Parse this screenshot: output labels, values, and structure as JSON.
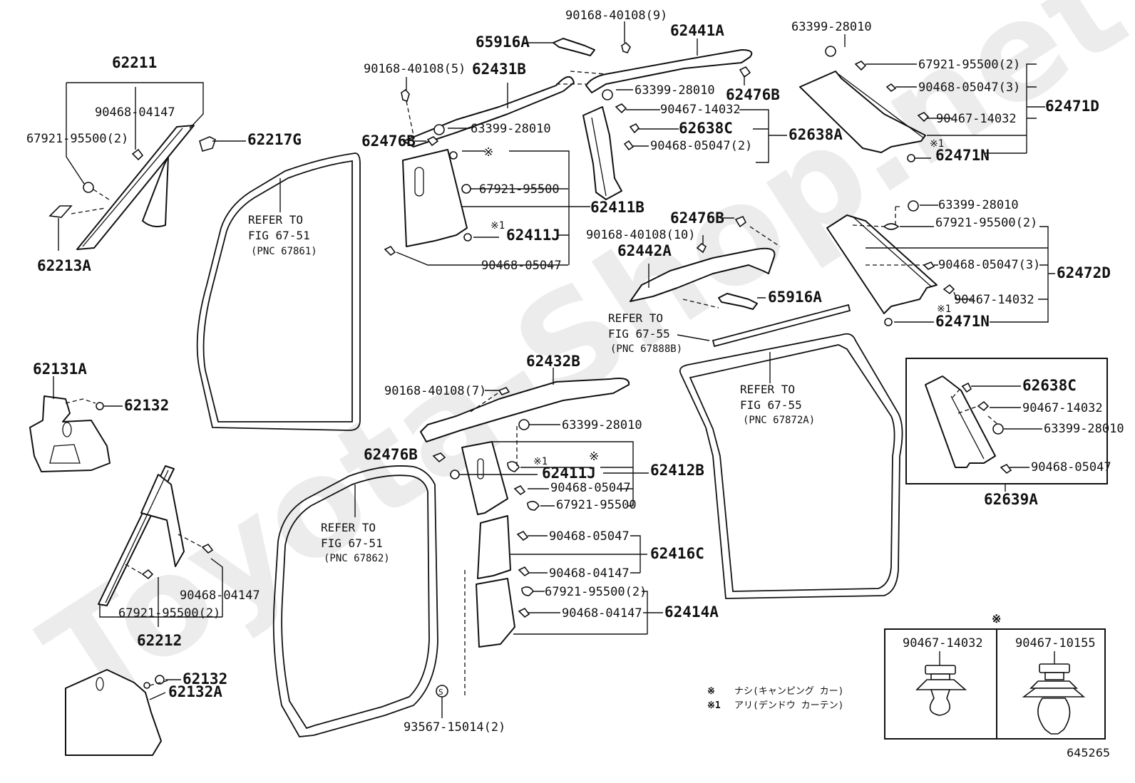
{
  "watermark": "Toyota-Shop.net",
  "diagram_id": "645265",
  "labels": {
    "p62211": "62211",
    "p62211_clip1": "90468-04147",
    "p62211_clip2": "67921-95500(2)",
    "p62217G": "62217G",
    "p62213A": "62213A",
    "p65916A_top": "65916A",
    "p90168_9": "90168-40108(9)",
    "p62441A": "62441A",
    "p90168_5": "90168-40108(5)",
    "p62431B": "62431B",
    "p63399_a": "63399-28010",
    "p62476B_top": "62476B",
    "p63399_b": "63399-28010",
    "p62476B_left": "62476B",
    "p90467_14032_a": "90467-14032",
    "p62638C_a": "62638C",
    "p62638A": "62638A",
    "p90468_05047_2": "90468-05047(2)",
    "star_a": "※",
    "p67921_a": "67921-95500",
    "p62411B": "62411B",
    "star1_a": "※1",
    "p62411J_a": "62411J",
    "p90468_05047_a": "90468-05047",
    "p63399_c": "63399-28010",
    "p67921_2_a": "67921-95500(2)",
    "p90468_05047_3a": "90468-05047(3)",
    "p90467_14032_b": "90467-14032",
    "p62471D": "62471D",
    "star1_b": "※1",
    "p62471N_a": "62471N",
    "p62476B_mid": "62476B",
    "p90168_10": "90168-40108(10)",
    "p62442A": "62442A",
    "p65916A_mid": "65916A",
    "p63399_d": "63399-28010",
    "p67921_2_b": "67921-95500(2)",
    "p90468_05047_3b": "90468-05047(3)",
    "p62472D": "62472D",
    "p90467_14032_c": "90467-14032",
    "star1_c": "※1",
    "p62471N_b": "62471N",
    "p62131A": "62131A",
    "p62132_a": "62132",
    "p62432B": "62432B",
    "p90168_7": "90168-40108(7)",
    "p63399_e": "63399-28010",
    "p62476B_low": "62476B",
    "star_b": "※",
    "star1_d": "※1",
    "p62411J_b": "62411J",
    "p62412B": "62412B",
    "p90468_05047_b": "90468-05047",
    "p67921_b": "67921-95500",
    "p90468_05047_c": "90468-05047",
    "p62416C": "62416C",
    "p90468_04147_a": "90468-04147",
    "p67921_2_c": "67921-95500(2)",
    "p90468_04147_b": "90468-04147",
    "p62414A": "62414A",
    "p90468_04147_c": "90468-04147",
    "p67921_2_d": "67921-95500(2)",
    "p62212": "62212",
    "p62132_b": "62132",
    "p62132A": "62132A",
    "p93567": "93567-15014(2)",
    "p62638C_b": "62638C",
    "p90467_14032_d": "90467-14032",
    "p63399_f": "63399-28010",
    "p90468_05047_d": "90468-05047",
    "p62639A": "62639A"
  },
  "refers": {
    "front_upper": {
      "line1": "REFER TO",
      "line2": "FIG 67-51",
      "pnc": "(PNC 67861)"
    },
    "front_lower": {
      "line1": "REFER TO",
      "line2": "FIG 67-51",
      "pnc": "(PNC 67862)"
    },
    "rear_strip": {
      "line1": "REFER TO",
      "line2": "FIG 67-55",
      "pnc": "(PNC 67888B)"
    },
    "rear_door": {
      "line1": "REFER TO",
      "line2": "FIG 67-55",
      "pnc": "(PNC 67872A)"
    }
  },
  "legend": {
    "star_symbol": "※",
    "star_text": "ナシ(キャンピング カー)",
    "star1_symbol": "※1",
    "star1_text": "アリ(デンドウ カーテン)"
  },
  "clip_detail": {
    "header": "※",
    "items": [
      {
        "part": "90467-14032"
      },
      {
        "part": "90467-10155"
      }
    ]
  }
}
